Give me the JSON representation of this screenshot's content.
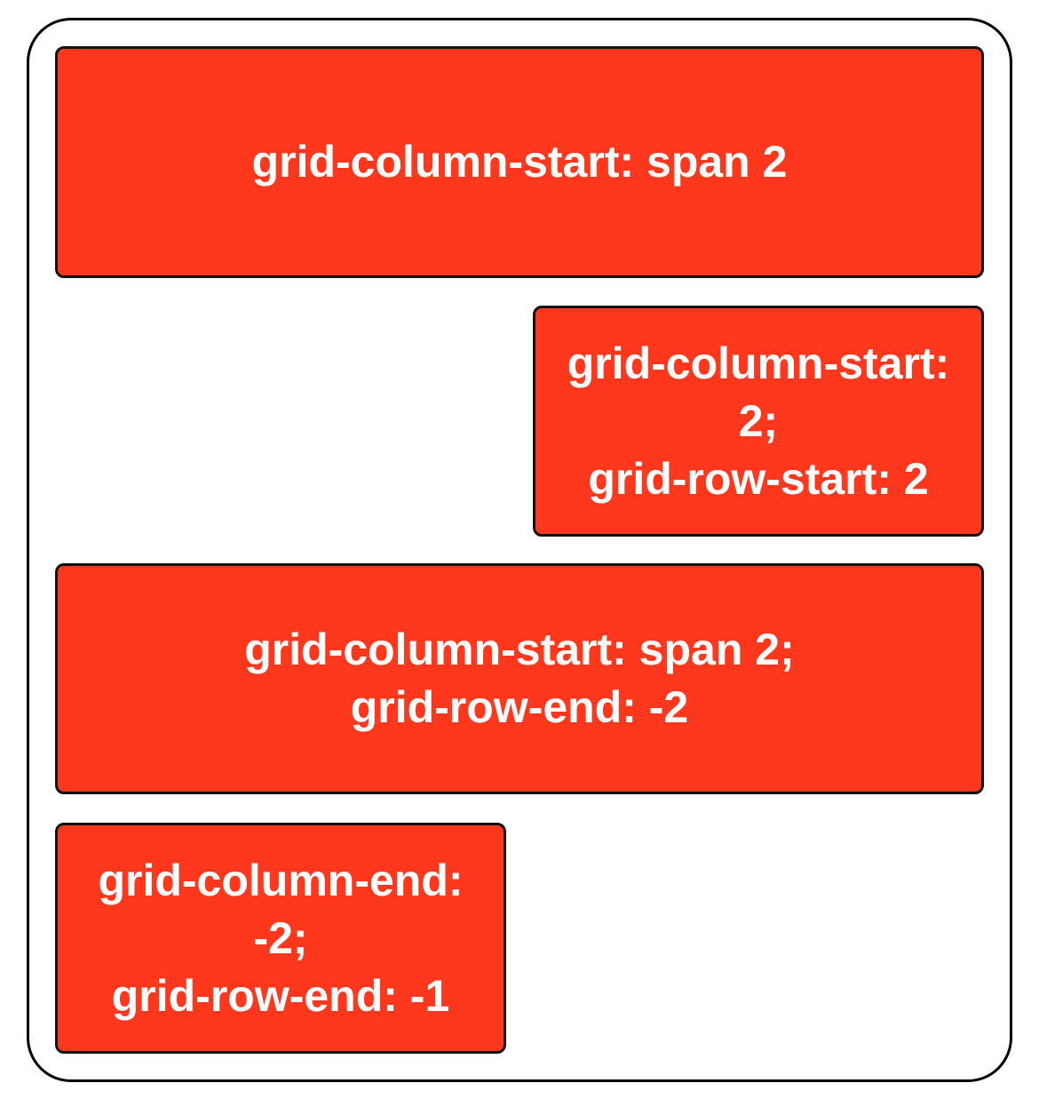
{
  "colors": {
    "box_fill": "#ff371d",
    "box_border": "#111111",
    "text": "#ffffff",
    "container_border": "#000000",
    "background": "#ffffff"
  },
  "boxes": [
    {
      "lines": [
        "grid-column-start: span 2"
      ]
    },
    {
      "lines": [
        "grid-column-start:",
        "2;",
        "grid-row-start: 2"
      ]
    },
    {
      "lines": [
        "grid-column-start: span 2;",
        "grid-row-end: -2"
      ]
    },
    {
      "lines": [
        "grid-column-end:",
        "-2;",
        "grid-row-end: -1"
      ]
    }
  ]
}
